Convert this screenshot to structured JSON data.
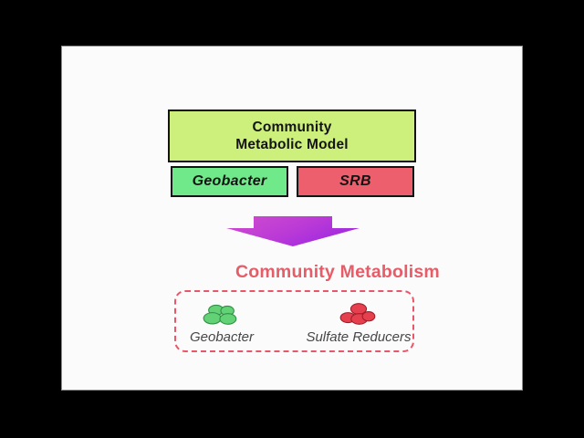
{
  "canvas": {
    "background_color": "#000000",
    "slide_background_color": "#fbfbfb"
  },
  "model_box": {
    "line1": "Community",
    "line2": "Metabolic Model",
    "fill_color": "#cdf07c"
  },
  "organisms": [
    {
      "label": "Geobacter",
      "fill_color": "#70e98a"
    },
    {
      "label": "SRB",
      "fill_color": "#ee5f6e"
    }
  ],
  "arrow": {
    "direction": "down",
    "gradient_start_color": "#d14dcd",
    "gradient_end_color": "#a02ae0"
  },
  "community": {
    "title": "Community Metabolism",
    "accent_color": "#e8566a",
    "members": [
      {
        "label": "Geobacter",
        "icon": "geobacter-cells-icon",
        "cell_fill": "#63d276",
        "cell_stroke": "#2f9043"
      },
      {
        "label": "Sulfate Reducers",
        "icon": "srb-cells-icon",
        "cell_fill": "#e6404e",
        "cell_stroke": "#9e1f2a"
      }
    ]
  }
}
